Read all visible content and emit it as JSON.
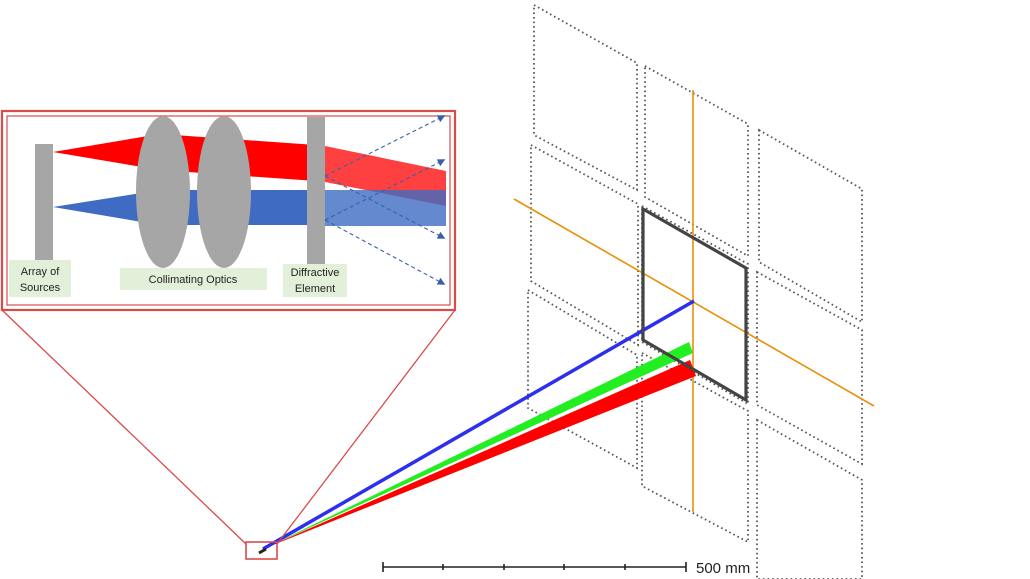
{
  "inset": {
    "labels": {
      "array_line1": "Array of",
      "array_line2": "Sources",
      "collimating": "Collimating Optics",
      "diffractive_line1": "Diffractive",
      "diffractive_line2": "Element"
    }
  },
  "scale_bar": {
    "label": "500 mm"
  },
  "colors": {
    "red_beam": "#ff0000",
    "blue_beam": "#2855ff",
    "green_beam": "#22ee22",
    "orange_axis": "#e8900a",
    "inset_border": "#d94b4b",
    "optic_gray": "#a6a6a6",
    "label_bg": "#e3f0d9"
  }
}
